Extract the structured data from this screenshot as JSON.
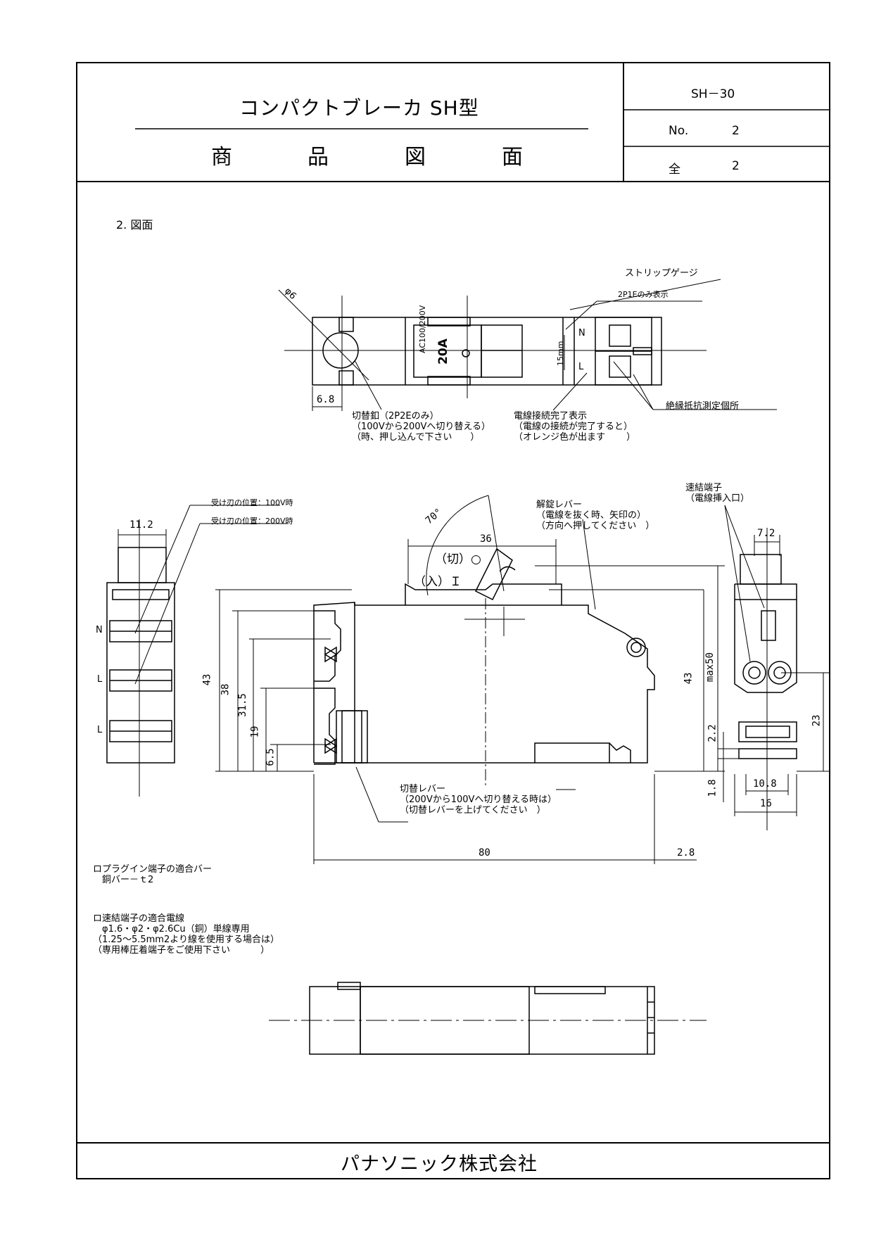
{
  "header": {
    "product_title": "コンパクトブレーカ SH型",
    "drawing_type_chars": [
      "商",
      "品",
      "図",
      "面"
    ],
    "doc_code": "SH－30",
    "sheet_no_label": "No.",
    "sheet_no_value": "2",
    "total_label": "全",
    "total_value": "2"
  },
  "section_heading": "2. 図面",
  "top_view": {
    "dia_label": "φ6",
    "dim_68": "6.8",
    "strip_gauge": "ストリップゲージ",
    "only_2p1e": "2P1Eのみ表示",
    "marking_rating_text": "AC100/200V",
    "marking_current": "20A",
    "marking_15mm": "15mm",
    "terminal_n": "N",
    "terminal_l": "L",
    "switch_button_note": "切替釦（2P2Eのみ）\n（100Vから200Vへ切り替える）\n（時、押し込んで下さい　　）",
    "wire_complete_note": "電線接続完了表示\n（電線の接続が完了すると）\n（オレンジ色が出ます　　 ）",
    "insulation_point": "絶縁抵抗測定個所"
  },
  "left_view": {
    "dim_112": "11.2",
    "blade_100v": "受け刃の位置：100V時",
    "blade_200v": "受け刃の位置：200V時",
    "label_n": "N",
    "label_l1": "L",
    "label_l2": "L"
  },
  "front_view": {
    "angle": "70°",
    "dim_36": "36",
    "off_label": "（切）○",
    "on_label": "（入）Ｉ",
    "release_lever_note": "解錠レバー\n（電線を抜く時、矢印の）\n（方向へ押してください　）",
    "dim_43_left": "43",
    "dim_38": "38",
    "dim_315": "31.5",
    "dim_19": "19",
    "dim_65": "6.5",
    "dim_43_right": "43",
    "dim_max50": "max50",
    "switch_lever_note": "切替レバー\n（200Vから100Vへ切り替える時は）\n（切替レバーを上げてください　）",
    "dim_80": "80",
    "dim_28": "2.8"
  },
  "right_view": {
    "quick_terminal_note": "速結端子\n（電線挿入口）",
    "dim_72": "7.2",
    "dim_22": "2.2",
    "dim_23": "23",
    "dim_18": "1.8",
    "dim_108": "10.8",
    "dim_16": "16"
  },
  "notes": {
    "plugin_bar": "ロプラグイン端子の適合バー\n　銅バー－ｔ2",
    "quick_wire": "ロ速結端子の適合電線\n　φ1.6・φ2・φ2.6Cu（銅）単線専用\n（1.25～5.5mm2より線を使用する場合は）\n（専用棒圧着端子をご使用下さい　　　 ）"
  },
  "footer": {
    "company": "パナソニック株式会社"
  }
}
